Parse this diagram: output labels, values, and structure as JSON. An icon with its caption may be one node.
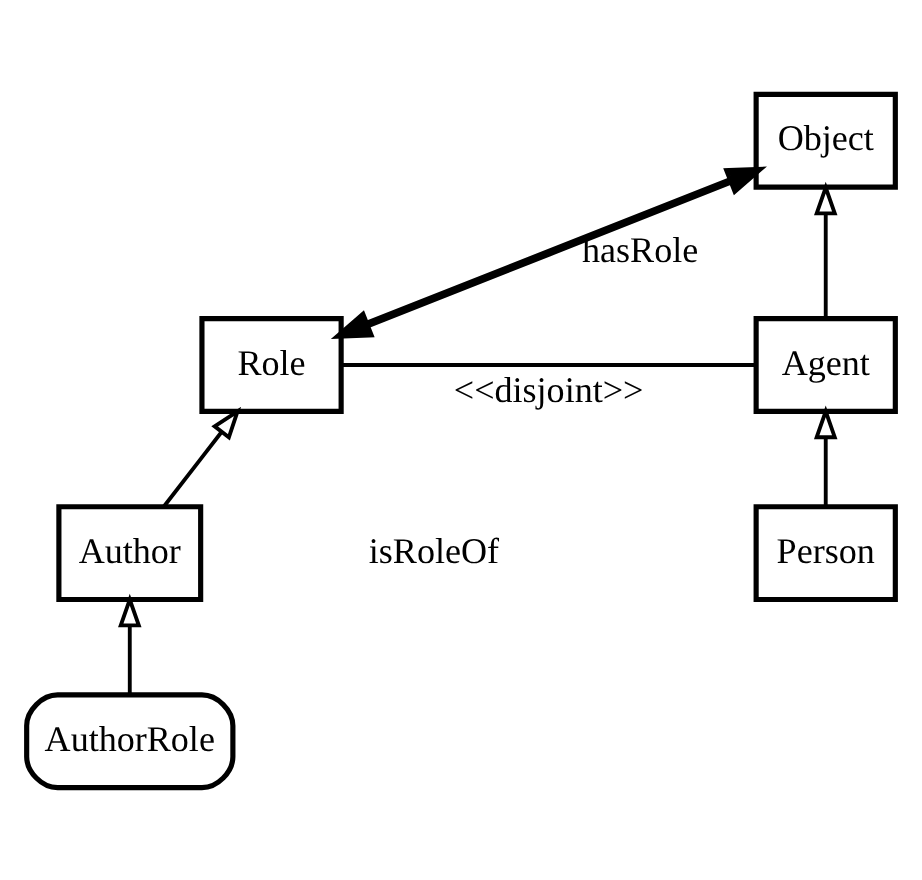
{
  "diagram": {
    "nodes": [
      {
        "text": [
          "Object"
        ]
      },
      {
        "text": [
          "Agent"
        ]
      },
      {
        "text": [
          "Person"
        ]
      },
      {
        "text": [
          "Role"
        ]
      },
      {
        "text": [
          "Author"
        ]
      },
      {
        "text": [
          "AuthorRole"
        ]
      }
    ],
    "edges": [
      {
        "from": 1,
        "to": 0,
        "arrow": "to"
      },
      {
        "from": 2,
        "to": 1,
        "arrow": "to"
      },
      {
        "from": 0,
        "to": 3,
        "arrow": "both",
        "label": "hasRole",
        "style": "thick"
      },
      {
        "from": 1,
        "to": 3,
        "arrow": "none",
        "label": "<<disjoint>>"
      },
      {
        "from": 4,
        "to": 3,
        "arrow": "to"
      },
      {
        "from": 5,
        "to": 4,
        "arrow": "to"
      }
    ],
    "labels": [
      "isRoleOf"
    ]
  }
}
